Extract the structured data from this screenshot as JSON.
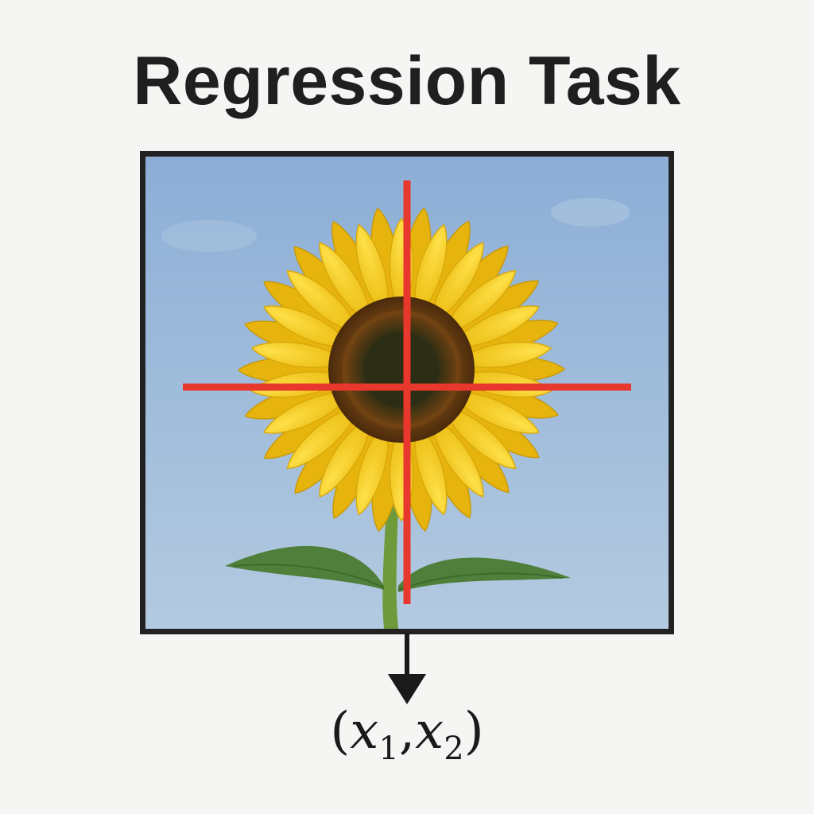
{
  "title": "Regression Task",
  "image": {
    "subject": "sunflower",
    "sky_color": "#9dbad8",
    "petal_color": "#f2c913",
    "disk_outer_color": "#5a3510",
    "disk_inner_color": "#2d2b12",
    "stem_color": "#6f9a3c",
    "leaf_color": "#4f7f3a",
    "crosshair_color": "#e8372c"
  },
  "output": {
    "open_paren": "(",
    "var1": "x",
    "sub1": "1",
    "comma": ",",
    "var2": "x",
    "sub2": "2",
    "close_paren": ")"
  },
  "arrow_icon": "arrow-down-icon"
}
